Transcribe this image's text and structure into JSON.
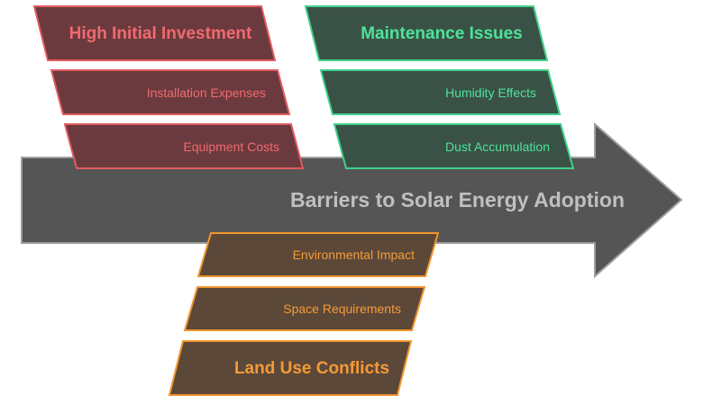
{
  "diagram": {
    "spine_title": "Barriers to Solar Energy Adoption",
    "colors": {
      "spine_fill": "#555555",
      "spine_stroke": "#9e9e9e",
      "spine_text": "#c0c0c0",
      "red_fill": "#6b3a3e",
      "red_stroke": "#e05a5f",
      "red_text": "#f06a6f",
      "green_fill": "#3a5246",
      "green_stroke": "#3fd08a",
      "green_text": "#4ee39a",
      "orange_fill": "#5c4838",
      "orange_stroke": "#f0952e",
      "orange_text": "#f59a36"
    },
    "categories": [
      {
        "title": "High Initial Investment",
        "causes": [
          "Installation Expenses",
          "Equipment Costs"
        ]
      },
      {
        "title": "Maintenance Issues",
        "causes": [
          "Humidity Effects",
          "Dust Accumulation"
        ]
      },
      {
        "title": "Land Use Conflicts",
        "causes": [
          "Environmental Impact",
          "Space Requirements"
        ]
      }
    ]
  }
}
